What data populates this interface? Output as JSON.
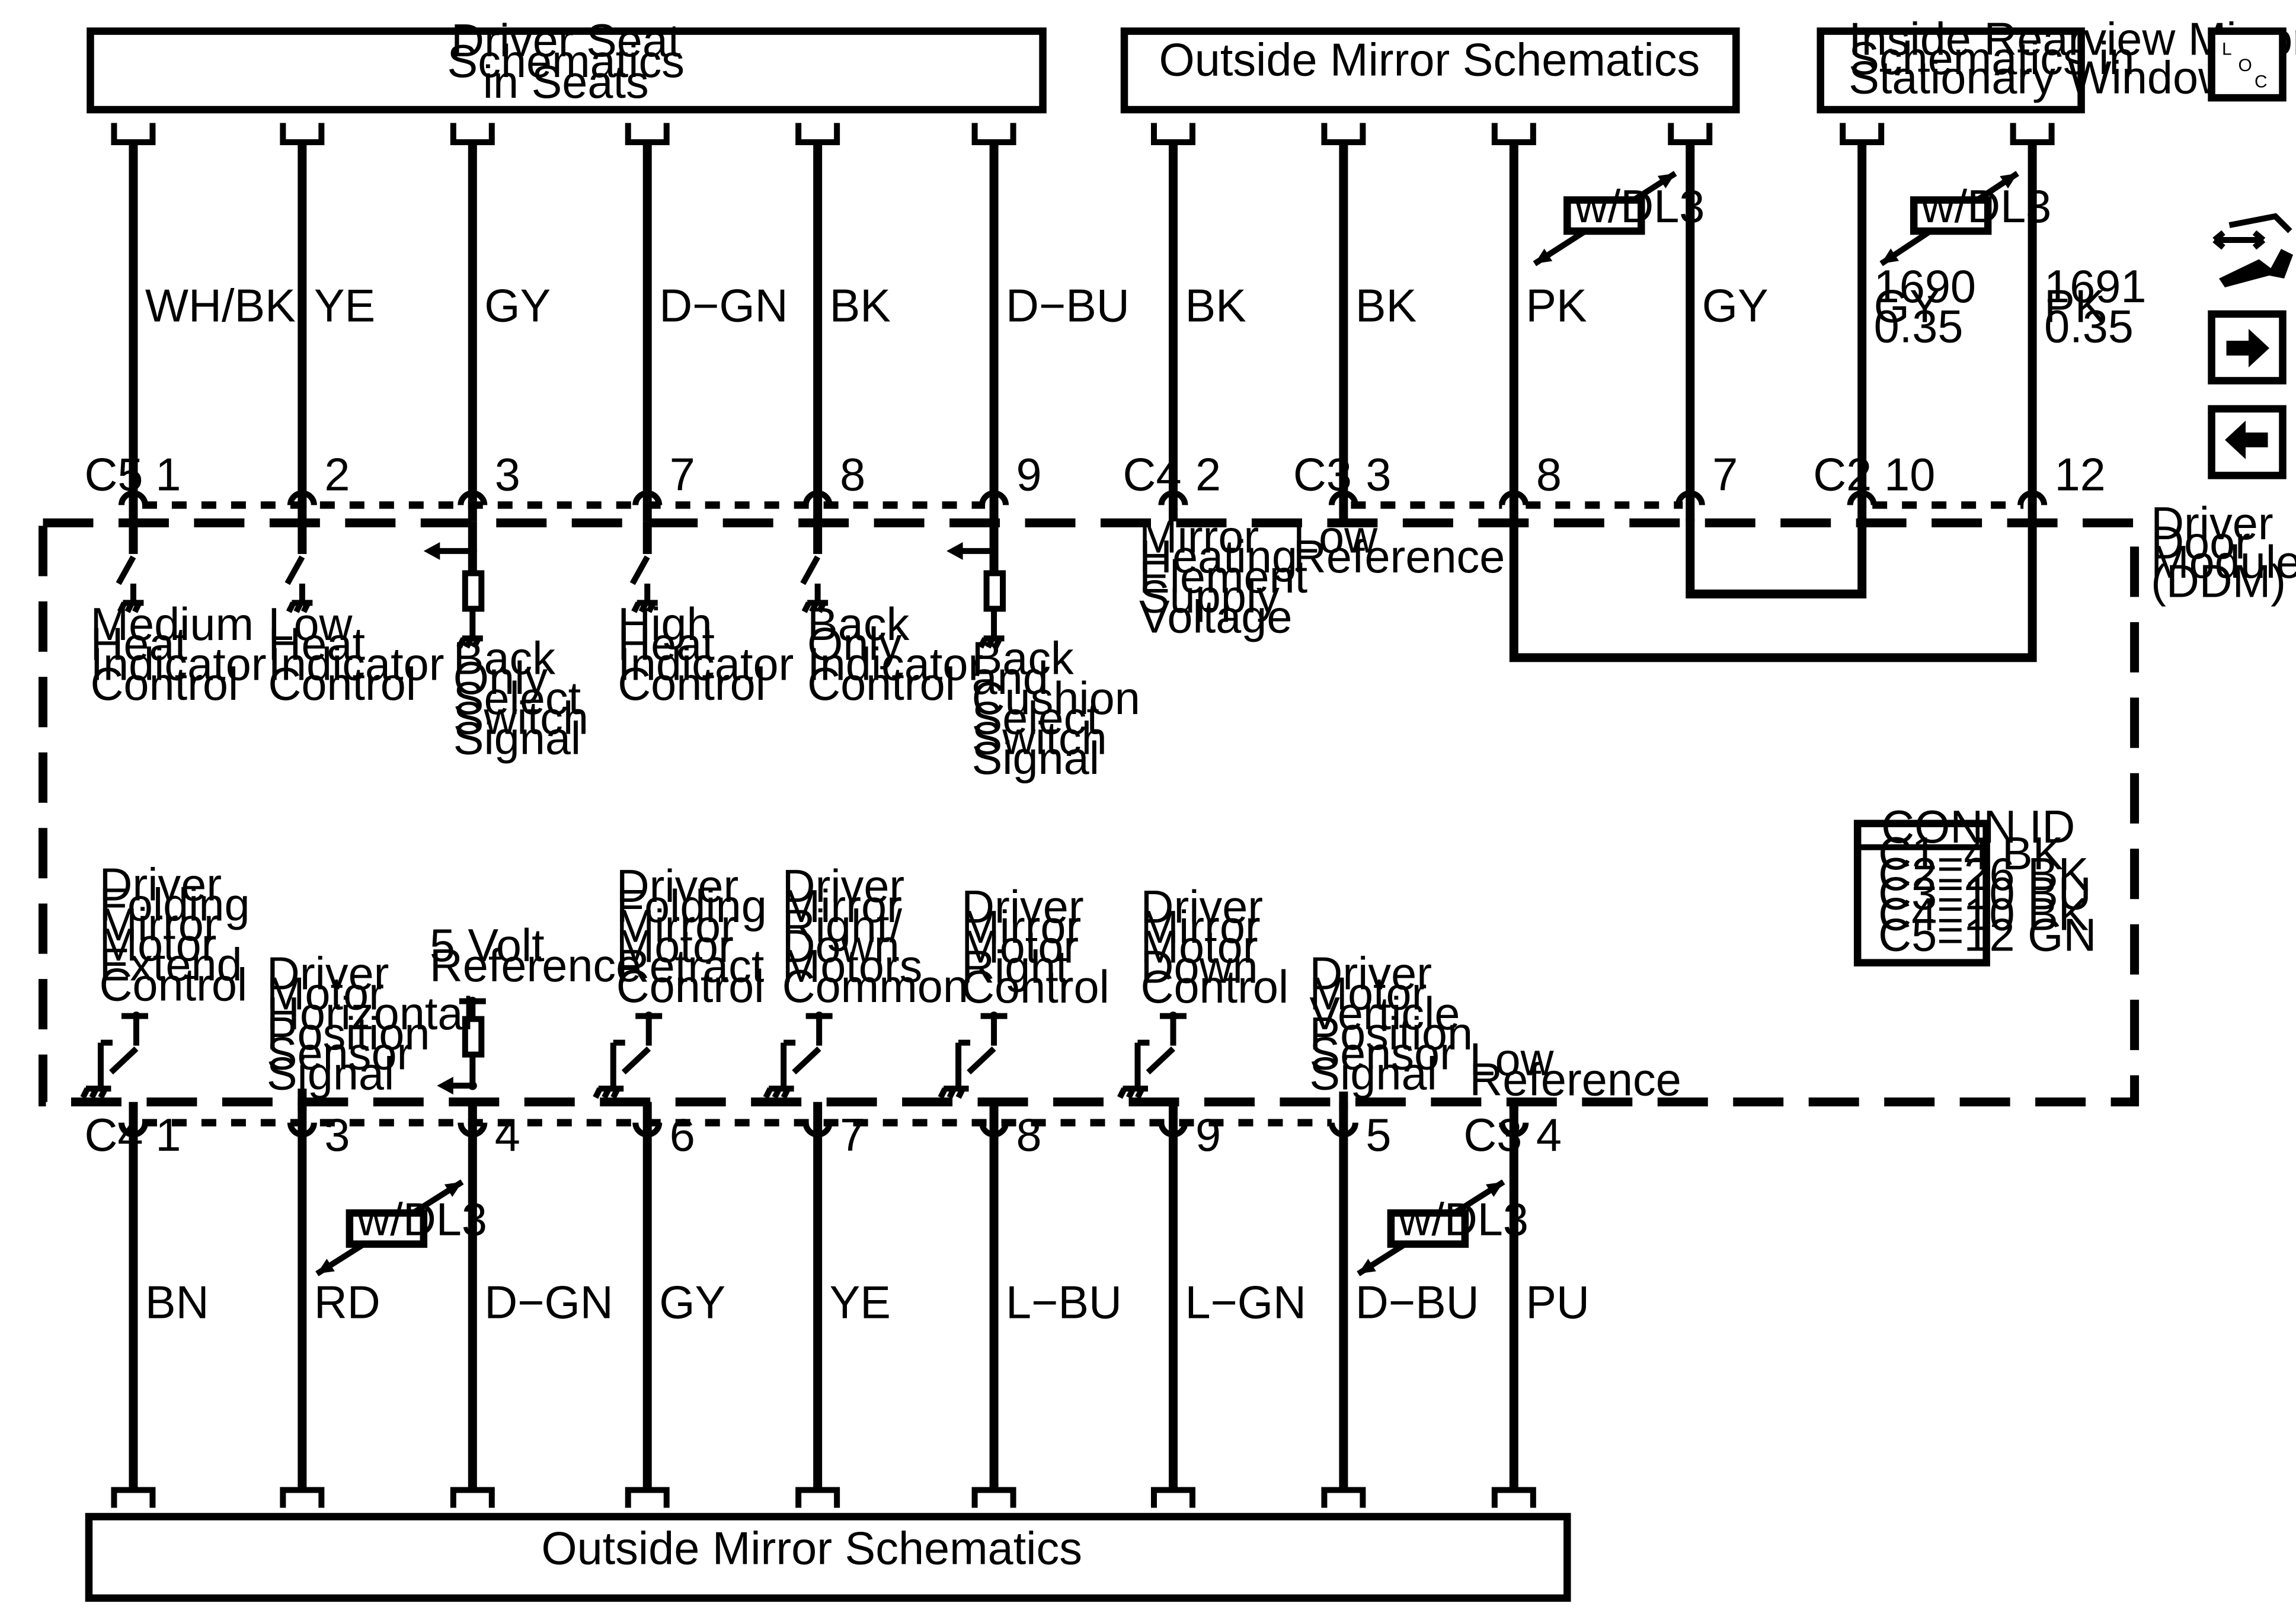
{
  "header_blocks": {
    "driver_seat": [
      "Driver Seat",
      "Schematics",
      "in Seats"
    ],
    "outside_mirror_top": [
      "Outside Mirror Schematics"
    ],
    "inside_mirror": [
      "Inside Rearview Mirror",
      "Schematics in",
      "Stationary Window"
    ]
  },
  "footer_block": {
    "outside_mirror_bottom": "Outside Mirror Schematics"
  },
  "side_icons": {
    "loc": [
      "L",
      "O",
      "C"
    ],
    "tools": "wrench-arrows-icon",
    "next": "arrow-right-icon",
    "prev": "arrow-left-icon"
  },
  "module": {
    "name": [
      "Driver",
      "Door",
      "Module",
      "(DDM)"
    ]
  },
  "connector_labels": {
    "top_c5": "C5",
    "top_c4": "C4",
    "top_c3": "C3",
    "top_c2": "C2",
    "bottom_c4": "C4",
    "bottom_c3": "C3"
  },
  "top_pins": [
    "1",
    "2",
    "3",
    "7",
    "8",
    "9",
    "2",
    "3",
    "8",
    "7",
    "10",
    "12"
  ],
  "top_wires": [
    "WH/BK",
    "YE",
    "GY",
    "D−GN",
    "BK",
    "D−BU",
    "BK",
    "BK",
    "PK",
    "GY"
  ],
  "inside_mirror_wires": [
    [
      "1690",
      "GY",
      "0.35"
    ],
    [
      "1691",
      "PK",
      "0.35"
    ]
  ],
  "option_tag": "w/DL3",
  "top_functions": [
    [
      "Medium",
      "Heat",
      "Indicator",
      "Control"
    ],
    [
      "Low",
      "Heat",
      "Indicator",
      "Control"
    ],
    [
      "Back",
      "Only",
      "Select",
      "Switch",
      "Signal"
    ],
    [
      "High",
      "Heat",
      "Indicator",
      "Control"
    ],
    [
      "Back",
      "Only",
      "Indicator",
      "Control"
    ],
    [
      "Back",
      "and",
      "Cushion",
      "Select",
      "Switch",
      "Signal"
    ],
    [
      "Mirror",
      "Heating",
      "Element",
      "Supply",
      "Voltage"
    ],
    [
      "Low",
      "Reference"
    ]
  ],
  "bottom_functions": [
    [
      "Driver",
      "Folding",
      "Mirror",
      "Motor",
      "Extend",
      "Control"
    ],
    [
      "Driver",
      "Motor",
      "Horizontal",
      "Position",
      "Sensor",
      "Signal"
    ],
    [
      "5 Volt",
      "Reference"
    ],
    [
      "Driver",
      "Folding",
      "Mirror",
      "Motor",
      "Retract",
      "Control"
    ],
    [
      "Driver",
      "Mirror",
      "Right/",
      "Down",
      "Motors",
      "Common"
    ],
    [
      "Driver",
      "Mirror",
      "Motor",
      "Right",
      "Control"
    ],
    [
      "Driver",
      "Mirror",
      "Motor",
      "Down",
      "Control"
    ],
    [
      "Driver",
      "Motor",
      "Verticle",
      "Position",
      "Sensor",
      "Signal"
    ],
    [
      "Low",
      "Reference"
    ]
  ],
  "bottom_pins": [
    "1",
    "3",
    "4",
    "6",
    "7",
    "8",
    "9",
    "5",
    "4"
  ],
  "bottom_wires": [
    "BN",
    "RD",
    "D−GN",
    "GY",
    "YE",
    "L−BU",
    "L−GN",
    "D−BU",
    "PU"
  ],
  "conn_id": {
    "title": "CONN ID",
    "rows": [
      "C1=4 BK",
      "C2=26 BK",
      "C3=10 BU",
      "C4=10 BK",
      "C5=12 GN"
    ]
  }
}
